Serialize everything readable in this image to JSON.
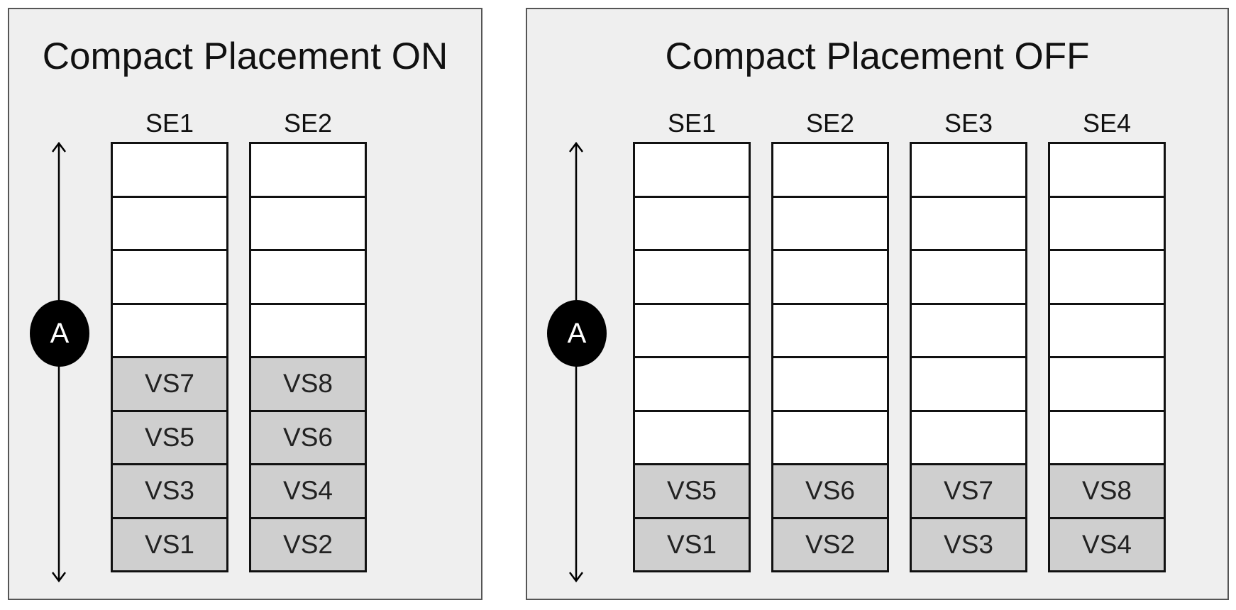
{
  "panels": [
    {
      "title": "Compact Placement ON",
      "axis_label": "A",
      "columns": [
        {
          "label": "SE1",
          "slots": [
            "",
            "",
            "",
            "",
            "VS7",
            "VS5",
            "VS3",
            "VS1"
          ]
        },
        {
          "label": "SE2",
          "slots": [
            "",
            "",
            "",
            "",
            "VS8",
            "VS6",
            "VS4",
            "VS2"
          ]
        }
      ]
    },
    {
      "title": "Compact Placement OFF",
      "axis_label": "A",
      "columns": [
        {
          "label": "SE1",
          "slots": [
            "",
            "",
            "",
            "",
            "",
            "",
            "VS5",
            "VS1"
          ]
        },
        {
          "label": "SE2",
          "slots": [
            "",
            "",
            "",
            "",
            "",
            "",
            "VS6",
            "VS2"
          ]
        },
        {
          "label": "SE3",
          "slots": [
            "",
            "",
            "",
            "",
            "",
            "",
            "VS7",
            "VS3"
          ]
        },
        {
          "label": "SE4",
          "slots": [
            "",
            "",
            "",
            "",
            "",
            "",
            "VS8",
            "VS4"
          ]
        }
      ]
    }
  ],
  "colors": {
    "panel_background": "#efefef",
    "filled_slot": "#cfcfcf",
    "empty_slot": "#ffffff",
    "badge": "#000000"
  }
}
